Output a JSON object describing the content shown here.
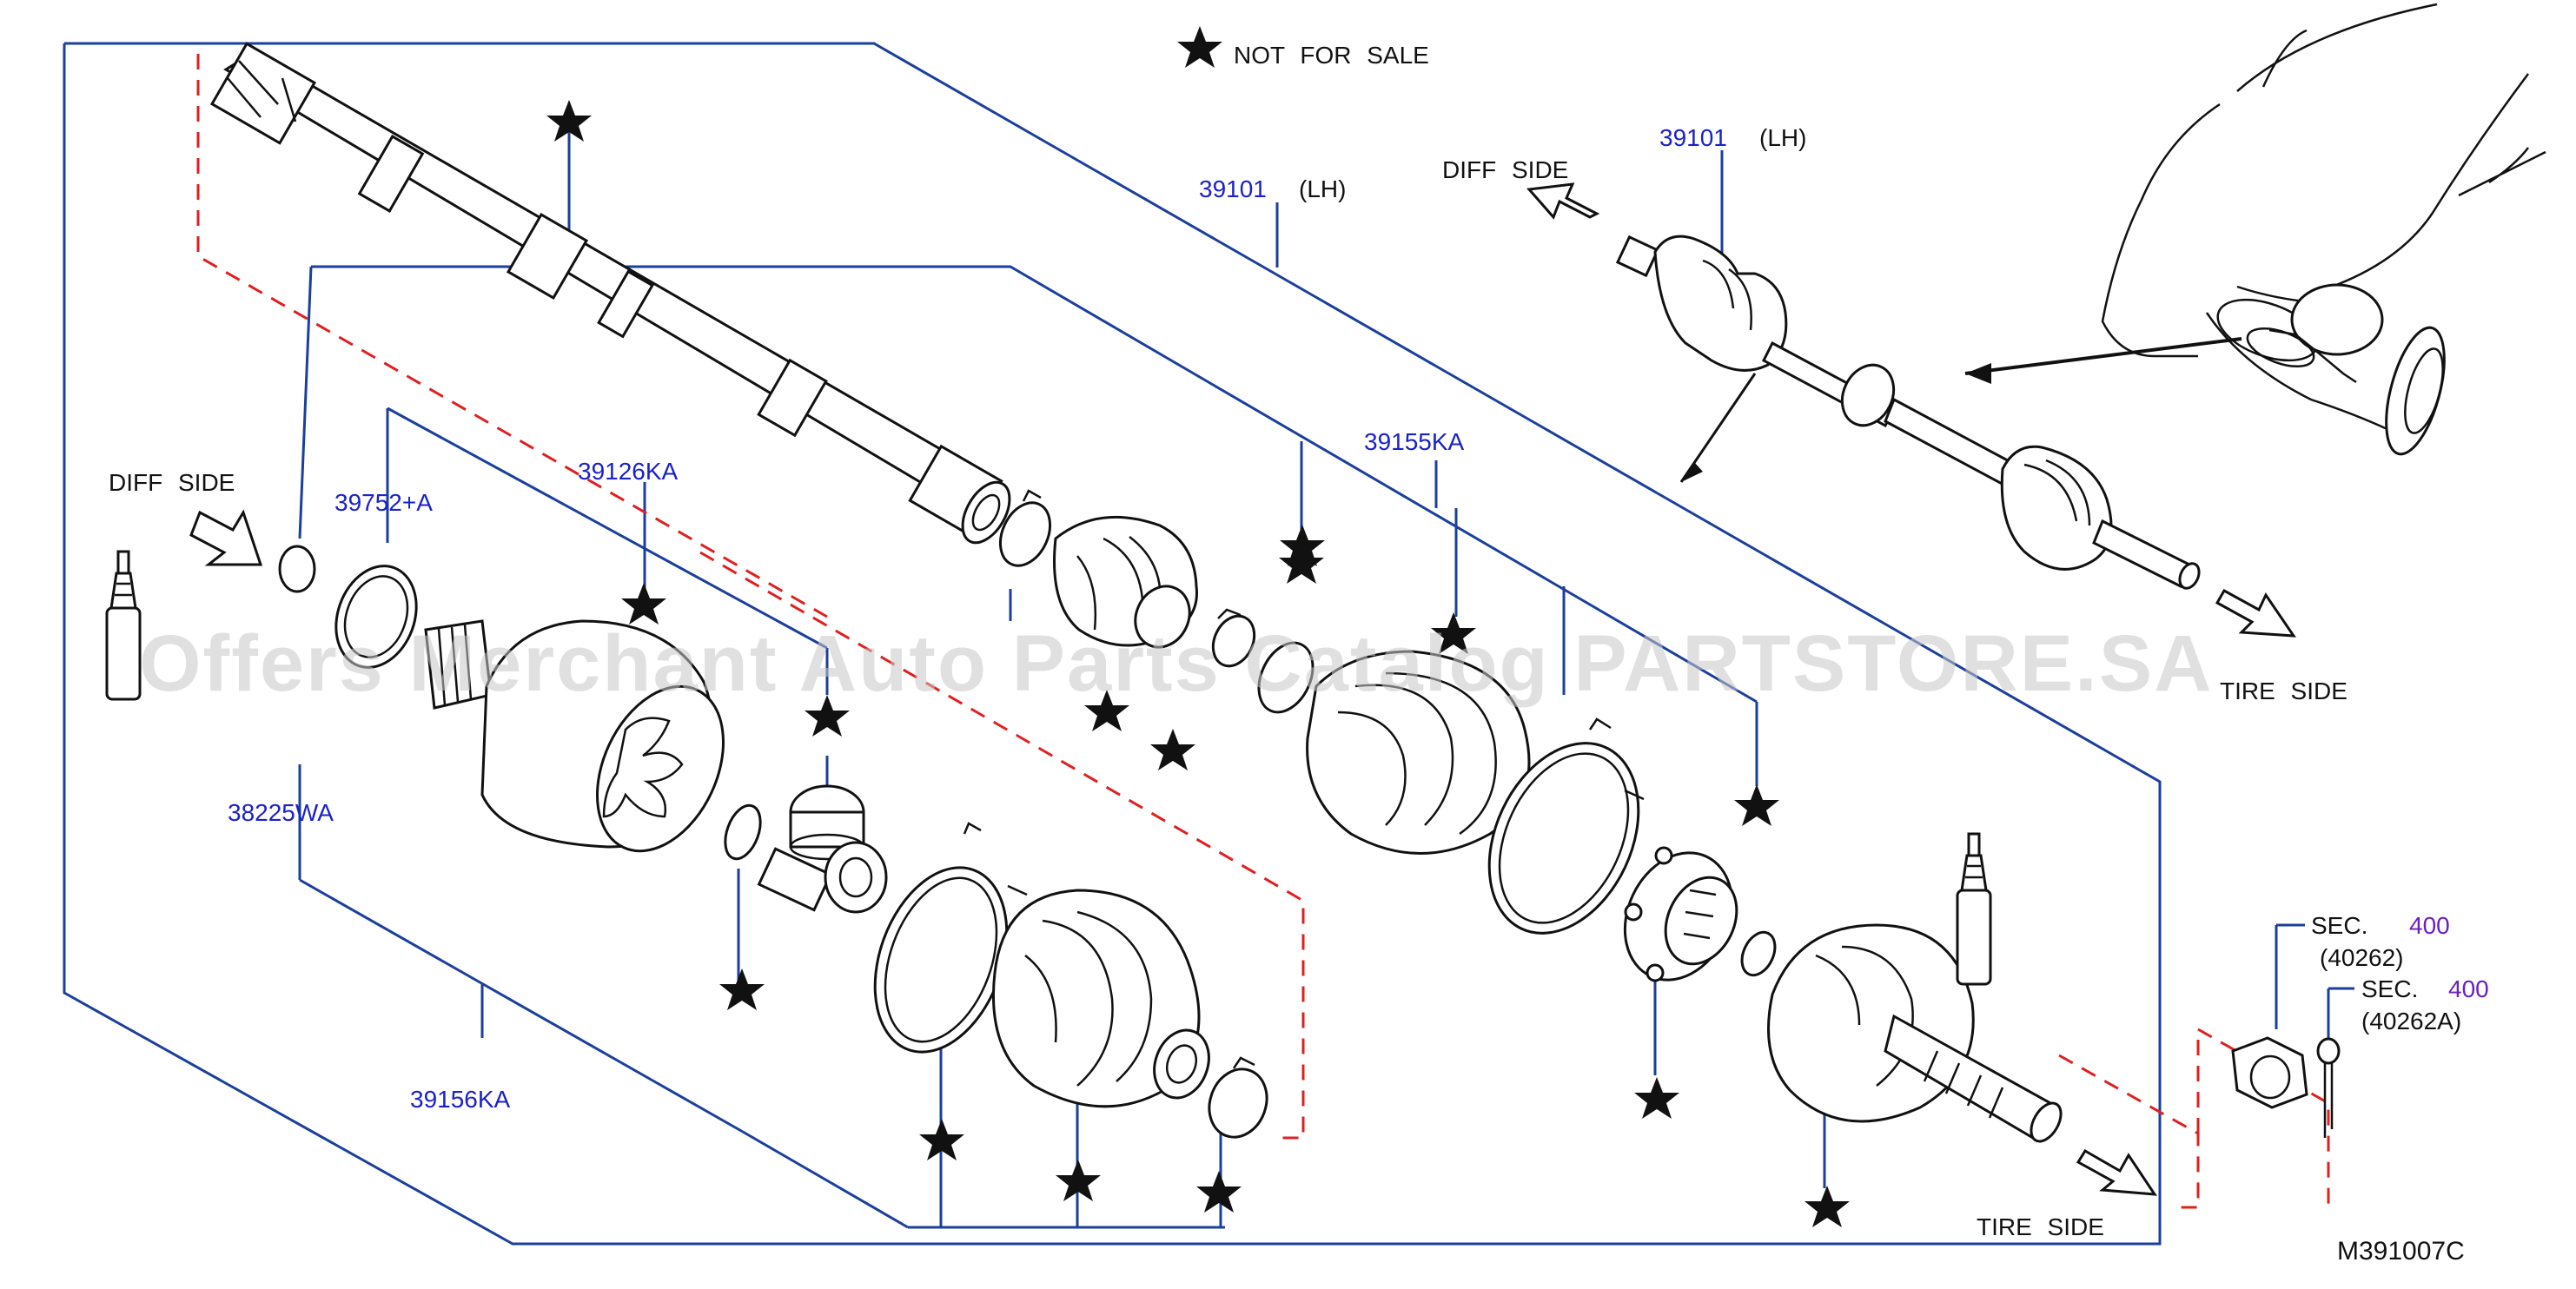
{
  "legend": {
    "symbol": "★",
    "text": "NOT FOR SALE"
  },
  "labels": {
    "diff_side_left": "DIFF SIDE",
    "diff_side_top": "DIFF SIDE",
    "tire_side_bottom": "TIRE SIDE",
    "tire_side_right": "TIRE SIDE",
    "drawing_ref": "M391007C"
  },
  "part_numbers": {
    "p39101_main": {
      "number": "39101",
      "suffix": "(LH)"
    },
    "p39101_inset": {
      "number": "39101",
      "suffix": "(LH)"
    },
    "p39155KA": "39155KA",
    "p39126KA": "39126KA",
    "p39752A": "39752+A",
    "p38225WA": "38225WA",
    "p39156KA": "39156KA",
    "sec_nut": {
      "prefix": "SEC.",
      "number": "400",
      "sub": "(40262)"
    },
    "sec_pin": {
      "prefix": "SEC.",
      "number": "400",
      "sub": "(40262A)"
    }
  },
  "watermark": "Offers Merchant Auto Parts Catalog PARTSTORE.SA",
  "colors": {
    "outline": "#1b3f9c",
    "part_number": "#1a22c8",
    "sec_number": "#6a1fc0",
    "dashed_guide": "#e02020"
  },
  "icons": [
    "star-icon",
    "arrow-icon",
    "grease-tube-icon"
  ]
}
